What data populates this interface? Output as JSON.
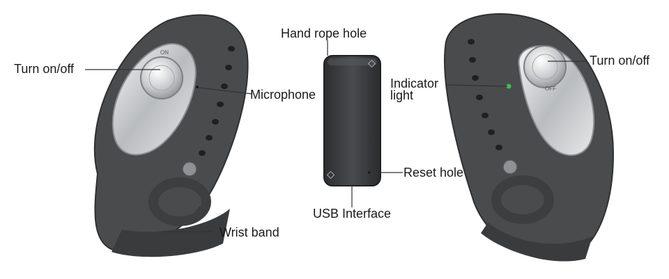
{
  "labels": {
    "turn_left": "Turn on/off",
    "microphone": "Microphone",
    "hand_rope": "Hand rope hole",
    "indicator_1": "Indicator",
    "indicator_2": "light",
    "turn_right": "Turn on/off",
    "reset": "Reset hole",
    "usb": "USB Interface",
    "wrist": "Wrist band"
  },
  "button_text": {
    "on": "ON",
    "off": "OFF"
  },
  "colors": {
    "band": "#4a4b4d",
    "band_dark": "#2f3032",
    "silver": "#c9cbcd",
    "indicator": "#3fbf4a",
    "leader": "#333333"
  }
}
